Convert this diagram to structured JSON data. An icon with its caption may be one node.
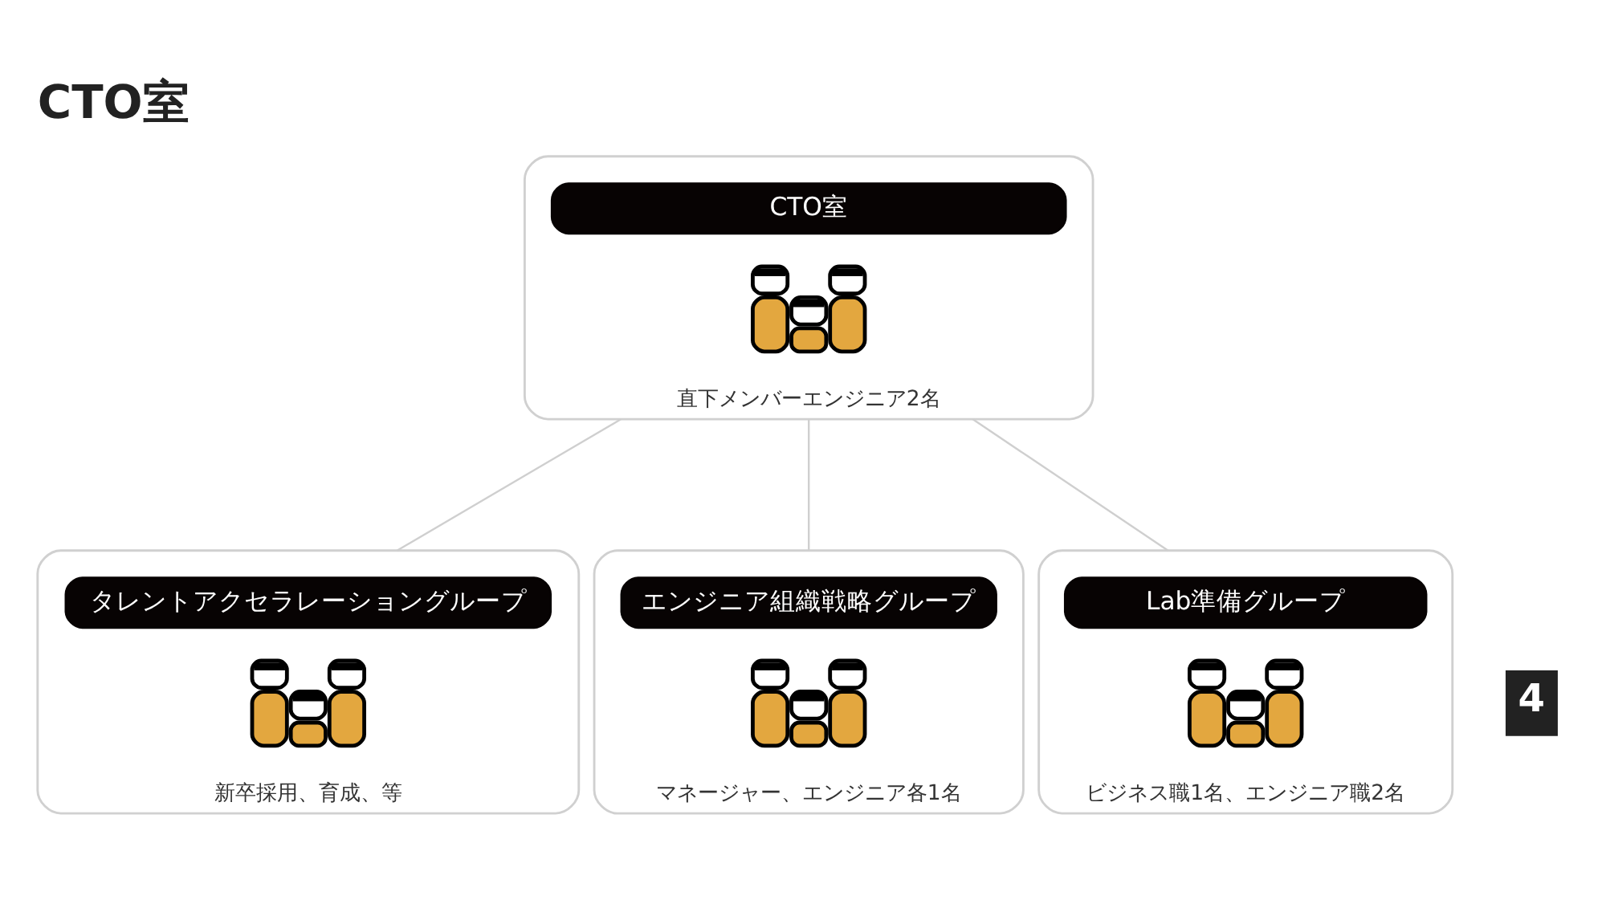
{
  "diagram": {
    "title": "CTO室",
    "nodes": [
      {
        "text": [
          "直下メンバーエンジニア2名"
        ]
      },
      {
        "text": [
          "CTO室"
        ],
        "in": 0
      },
      {
        "text": [],
        "shape": "person",
        "in": 0
      },
      {
        "text": [
          "新卒採用、育成、等"
        ]
      },
      {
        "text": [
          "タレントアクセラレーショングループ"
        ],
        "in": 3
      },
      {
        "text": [],
        "shape": "person",
        "in": 3
      },
      {
        "text": [
          "マネージャー、エンジニア各1名"
        ]
      },
      {
        "text": [
          "エンジニア組織戦略グループ"
        ],
        "in": 6
      },
      {
        "text": [],
        "shape": "person",
        "in": 6
      },
      {
        "text": [
          "ビジネス職1名、エンジニア職2名"
        ]
      },
      {
        "text": [
          "Lab準備グループ"
        ],
        "in": 9
      },
      {
        "text": [],
        "shape": "person",
        "in": 9
      }
    ],
    "edges": [
      {
        "from": 0,
        "to": 3,
        "arrow": "none"
      },
      {
        "from": 0,
        "to": 6,
        "arrow": "none"
      },
      {
        "from": 0,
        "to": 9,
        "arrow": "none"
      }
    ],
    "labels": [
      "4"
    ]
  }
}
